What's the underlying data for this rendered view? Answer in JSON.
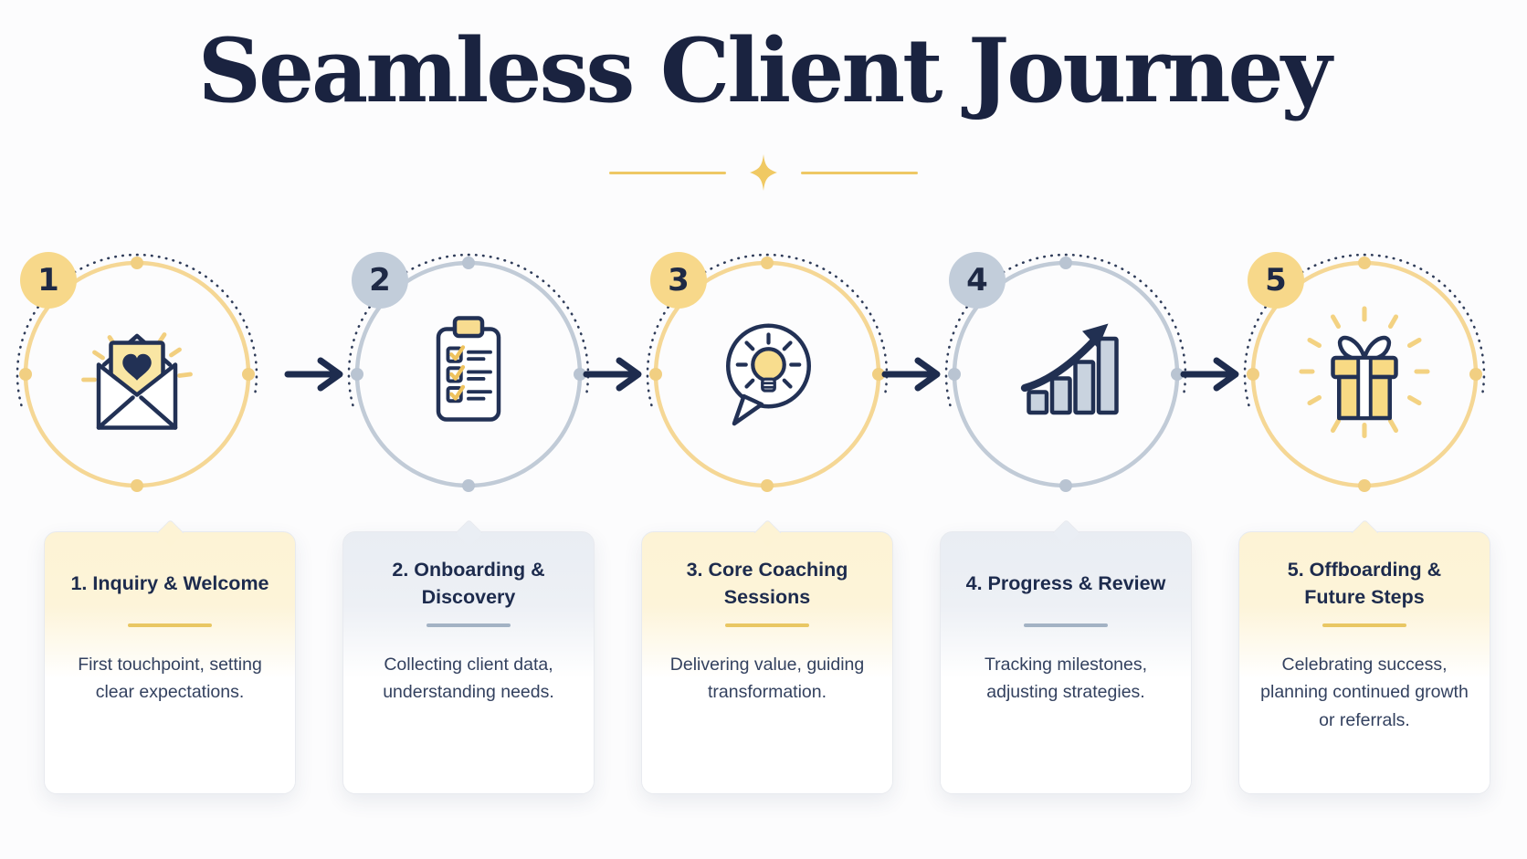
{
  "infographic": {
    "title": "Seamless Client Journey",
    "steps": [
      {
        "number": "1",
        "theme": "yellow",
        "icon": "envelope-heart-icon",
        "card_title": "1. Inquiry & Welcome",
        "card_body": "First touchpoint, setting clear expectations."
      },
      {
        "number": "2",
        "theme": "gray",
        "icon": "clipboard-checklist-icon",
        "card_title": "2. Onboarding & Discovery",
        "card_body": "Collecting client data, understanding needs."
      },
      {
        "number": "3",
        "theme": "yellow",
        "icon": "lightbulb-speech-bubble-icon",
        "card_title": "3. Core Coaching Sessions",
        "card_body": "Delivering value, guiding transformation."
      },
      {
        "number": "4",
        "theme": "gray",
        "icon": "growth-bar-chart-icon",
        "card_title": "4. Progress & Review",
        "card_body": "Tracking milestones, adjusting strategies."
      },
      {
        "number": "5",
        "theme": "yellow",
        "icon": "gift-box-icon",
        "card_title": "5. Offboarding & Future Steps",
        "card_body": "Celebrating success, planning continued growth or referrals."
      }
    ],
    "colors": {
      "navy": "#1e2c4e",
      "gold": "#eec864",
      "yellow_badge": "#f7d88a",
      "yellow_ring": "#f5d795",
      "gray_badge": "#c2cdda",
      "gray_ring": "#c1cbd7",
      "card_yellow_tint": "#fdf3d5",
      "card_gray_tint": "#e9edf3"
    }
  }
}
